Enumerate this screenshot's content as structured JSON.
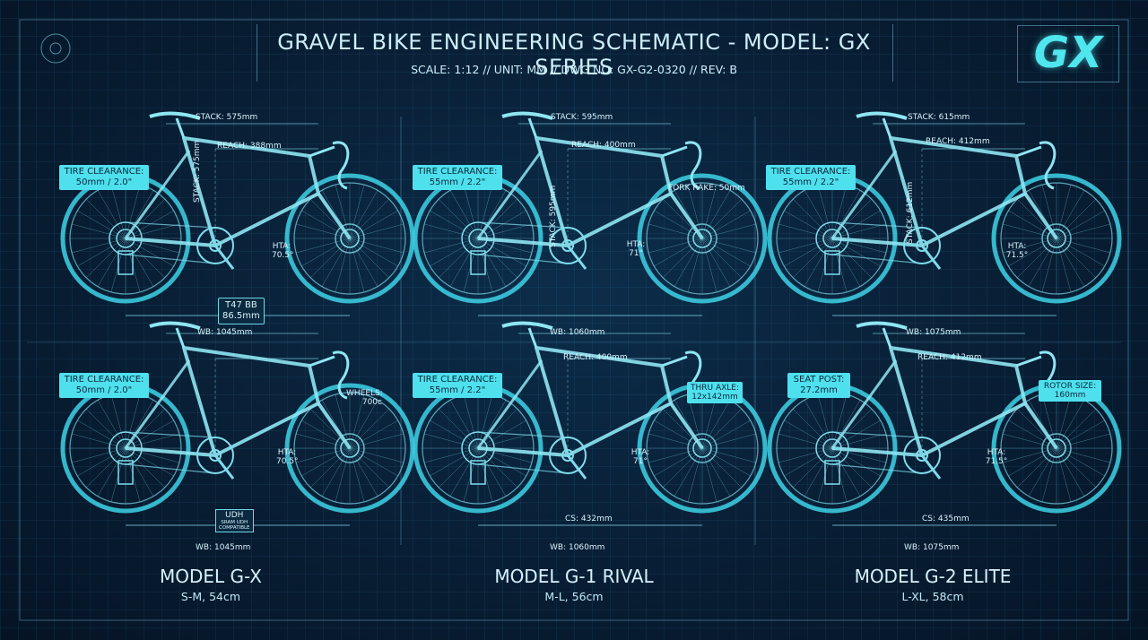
{
  "header": {
    "title": "GRAVEL BIKE ENGINEERING SCHEMATIC - MODEL: GX SERIES",
    "subtitle": "SCALE: 1:12  //  UNIT: MM  //  DWG NO: GX-G2-0320  //  REV: B",
    "logo": "GX"
  },
  "colors": {
    "accent": "#4fe0ee",
    "background": "#071a2e",
    "line": "#7fdcec"
  },
  "models": [
    {
      "name": "MODEL G-X",
      "size": "S-M, 54cm",
      "top": {
        "stack_h": "STACK: 575mm",
        "reach": "REACH: 388mm",
        "stack_v": "STACK: 575mm",
        "hta": "HTA:",
        "hta_val": "70.5°",
        "wb": "WB: 1045mm",
        "tire": "TIRE CLEARANCE:",
        "tire_val": "50mm / 2.0\"",
        "bb": "T47 BB",
        "bb_val": "86.5mm"
      },
      "bottom": {
        "tire": "TIRE CLEARANCE:",
        "tire_val": "50mm / 2.0\"",
        "wheels": "WHEELS:",
        "wheels_val": "700c",
        "hta": "HTA:",
        "hta_val": "70.5°",
        "udh": "UDH",
        "udh_sub1": "SRAM UDH",
        "udh_sub2": "COMPATIBLE",
        "wb": "WB: 1045mm"
      }
    },
    {
      "name": "MODEL G-1 RIVAL",
      "size": "M-L, 56cm",
      "top": {
        "stack_h": "STACK: 595mm",
        "reach": "REACH: 400mm",
        "stack_v": "STACK: 595mm",
        "fork": "FORK RAKE: 50mm",
        "hta": "HTA:",
        "hta_val": "71°",
        "wb": "WB: 1060mm",
        "tire": "TIRE CLEARANCE:",
        "tire_val": "55mm / 2.2\""
      },
      "bottom": {
        "tire": "TIRE CLEARANCE:",
        "tire_val": "55mm / 2.2\"",
        "reach": "REACH: 400mm",
        "axle": "THRU AXLE:",
        "axle_val": "12x142mm",
        "hta": "HTA:",
        "hta_val": "71°",
        "cs": "CS: 432mm",
        "wb": "WB: 1060mm"
      }
    },
    {
      "name": "MODEL G-2 ELITE",
      "size": "L-XL, 58cm",
      "top": {
        "stack_h": "STACK: 615mm",
        "reach": "REACH: 412mm",
        "stack_v": "STACK: 612mm",
        "hta": "HTA:",
        "hta_val": "71.5°",
        "wb": "WB: 1075mm",
        "tire": "TIRE CLEARANCE:",
        "tire_val": "55mm / 2.2\""
      },
      "bottom": {
        "seat": "SEAT POST:",
        "seat_val": "27.2mm",
        "reach": "REACH: 412mm",
        "rotor": "ROTOR SIZE:",
        "rotor_val": "160mm",
        "hta": "HTA:",
        "hta_val": "71.5°",
        "cs": "CS: 435mm",
        "wb": "WB: 1075mm"
      }
    }
  ]
}
